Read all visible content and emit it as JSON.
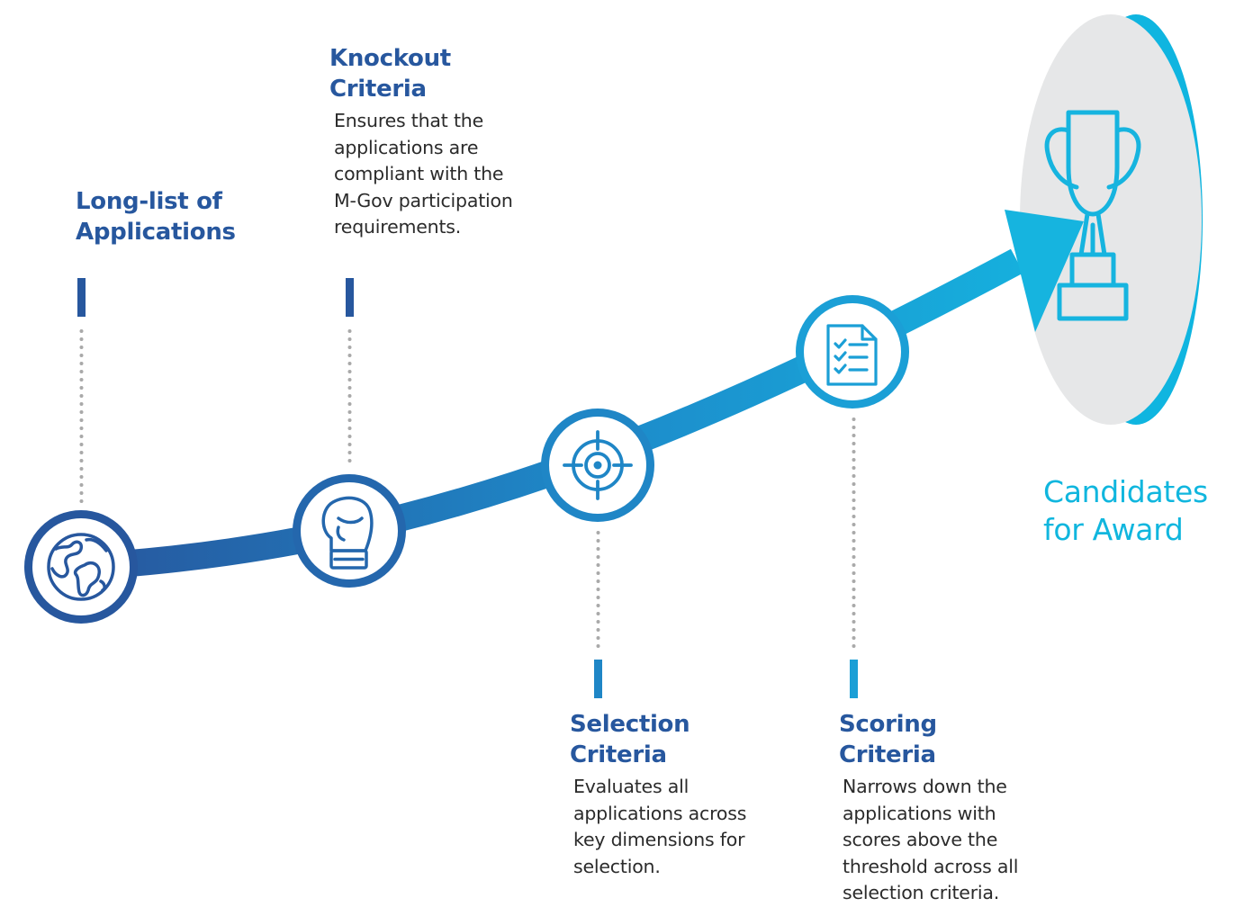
{
  "steps": [
    {
      "title_lines": [
        "Long-list of",
        "Applications"
      ],
      "description_lines": [],
      "icon": "globe-icon"
    },
    {
      "title_lines": [
        "Knockout",
        "Criteria"
      ],
      "description_lines": [
        "Ensures that the",
        "applications are",
        "compliant with the",
        "M-Gov participation",
        "requirements."
      ],
      "icon": "boxing-glove-icon"
    },
    {
      "title_lines": [
        "Selection",
        "Criteria"
      ],
      "description_lines": [
        "Evaluates all",
        "applications across",
        "key dimensions for",
        "selection."
      ],
      "icon": "target-icon"
    },
    {
      "title_lines": [
        "Scoring",
        "Criteria"
      ],
      "description_lines": [
        "Narrows down the",
        "applications with",
        "scores above the",
        "threshold across all",
        "selection criteria."
      ],
      "icon": "checklist-icon"
    }
  ],
  "final": {
    "title_lines": [
      "Candidates",
      "for Award"
    ],
    "icon": "trophy-icon"
  },
  "colors": {
    "dark_blue": "#27579e",
    "mid_blue": "#2a86c6",
    "cyan": "#14b5df",
    "disc_grey": "#e6e7e8",
    "text": "#2b2b2b"
  }
}
